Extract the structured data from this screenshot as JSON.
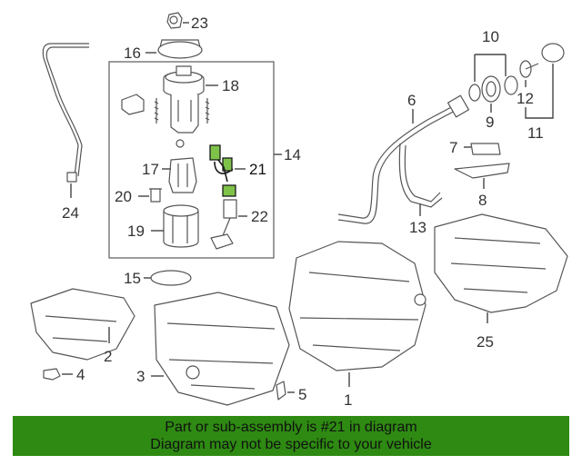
{
  "callouts": {
    "c1": "1",
    "c2": "2",
    "c3": "3",
    "c4": "4",
    "c5": "5",
    "c6": "6",
    "c7": "7",
    "c8": "8",
    "c9": "9",
    "c10": "10",
    "c11": "11",
    "c12": "12",
    "c13": "13",
    "c14": "14",
    "c15": "15",
    "c16": "16",
    "c17": "17",
    "c18": "18",
    "c19": "19",
    "c20": "20",
    "c21": "21",
    "c22": "22",
    "c23": "23",
    "c24": "24",
    "c25": "25"
  },
  "highlight_color": "#7fc24a",
  "banner": {
    "background": "#2e8a12",
    "line1": "Part or sub-assembly is #21 in diagram",
    "line2": "Diagram may not be specific to your vehicle"
  }
}
